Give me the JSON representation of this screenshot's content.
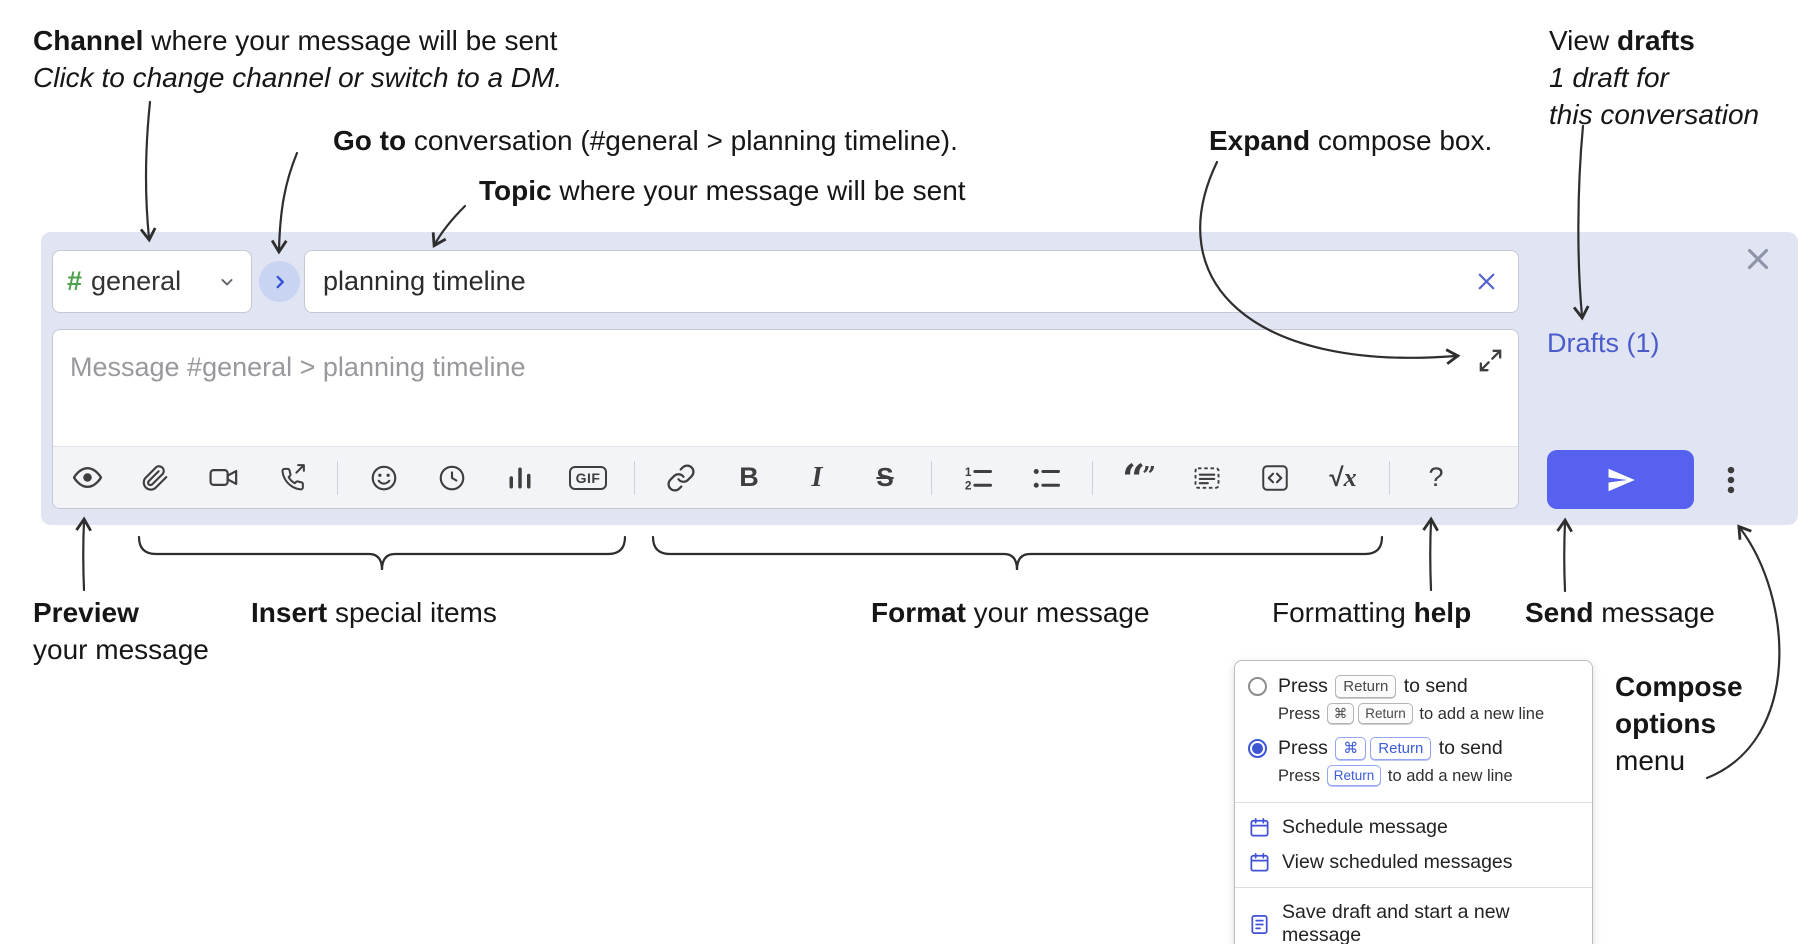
{
  "annotations": {
    "channel": {
      "lead": "Channel",
      "rest": " where your message will be sent",
      "sub": "Click to change channel or switch to a DM."
    },
    "goto": {
      "lead": "Go to",
      "rest": " conversation (#general > planning timeline)."
    },
    "topic": {
      "lead": "Topic",
      "rest": " where your message will be sent"
    },
    "expand": {
      "lead": "Expand",
      "rest": " compose box."
    },
    "view_drafts": {
      "pre": "View ",
      "lead": "drafts",
      "sub1": "1 draft for",
      "sub2": "this conversation"
    },
    "preview": {
      "lead": "Preview",
      "sub": "your message"
    },
    "insert": {
      "lead": "Insert",
      "rest": " special items"
    },
    "format": {
      "lead": "Format",
      "rest": " your message"
    },
    "help": {
      "pre": "Formatting ",
      "lead": "help"
    },
    "send": {
      "lead": "Send",
      "rest": " message"
    },
    "compose_menu": {
      "line1": "Compose",
      "line2": "options",
      "line3": "menu"
    }
  },
  "compose": {
    "channel_hash": "#",
    "channel_name": "general",
    "topic_value": "planning timeline",
    "message_placeholder": "Message #general > planning timeline",
    "drafts_link": "Drafts (1)"
  },
  "toolbar": {
    "gif": "GIF",
    "bold": "B",
    "italic": "I",
    "strike": "S",
    "math_root": "√",
    "math_var": "x",
    "help": "?",
    "quote_big": "“",
    "quote_small": "”"
  },
  "popup": {
    "press": "Press",
    "key_return": "Return",
    "key_cmd": "⌘",
    "to_send": "to send",
    "to_newline": "to add a new line",
    "schedule": "Schedule message",
    "view_scheduled": "View scheduled messages",
    "save_draft": "Save draft and start a new message"
  },
  "colors": {
    "accent": "#5661f0",
    "link": "#4a5ccc",
    "hash": "#4da14d",
    "kbd_blue": "#3b5bdb",
    "popup_icon": "#4151d8",
    "radio": "#3d56d4",
    "goto_bg": "#c9d3f2",
    "goto_fg": "#3452d9",
    "compose_bg": "#e1e4f3",
    "topic_clear": "#5565cf"
  }
}
